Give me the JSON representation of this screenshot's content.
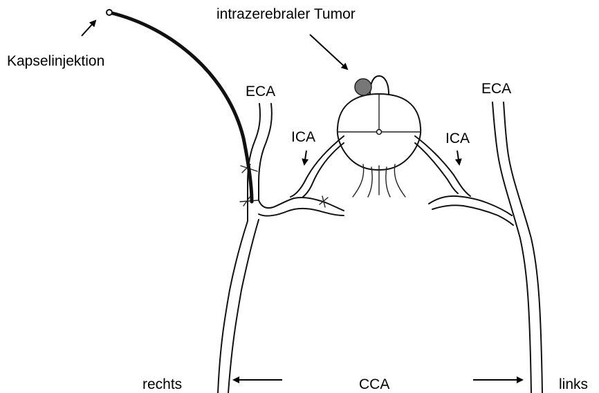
{
  "labels": {
    "tumor": "intrazerebraler Tumor",
    "capsule": "Kapselinjektion",
    "eca_right": "ECA",
    "eca_left": "ECA",
    "ica_right": "ICA",
    "ica_left": "ICA",
    "rechts": "rechts",
    "cca": "CCA",
    "links": "links"
  },
  "colors": {
    "line": "#111111",
    "tumor_fill": "#777777",
    "background": "#ffffff"
  }
}
